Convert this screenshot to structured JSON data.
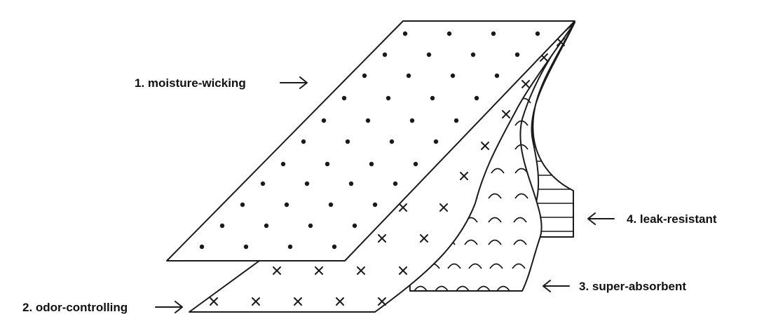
{
  "labels": {
    "layer1": "1. moisture-wicking",
    "layer2": "2. odor-controlling",
    "layer3": "3. super-absorbent",
    "layer4": "4. leak-resistant"
  },
  "colors": {
    "stroke": "#1a1a1a",
    "fill": "#ffffff",
    "text": "#111111"
  },
  "markers": {
    "layer1": "dot",
    "layer2": "cross",
    "layer3": "arc",
    "layer4": "horizontal-stripes"
  }
}
